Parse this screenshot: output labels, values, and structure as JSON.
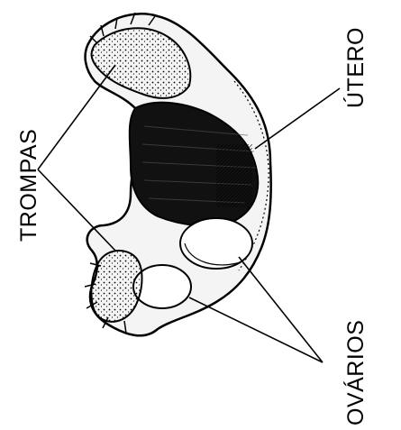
{
  "labels": {
    "tubes": "TROMPAS",
    "uterus": "ÚTERO",
    "ovaries": "OVÁRIOS"
  },
  "colors": {
    "ink": "#000000",
    "background": "#ffffff"
  }
}
